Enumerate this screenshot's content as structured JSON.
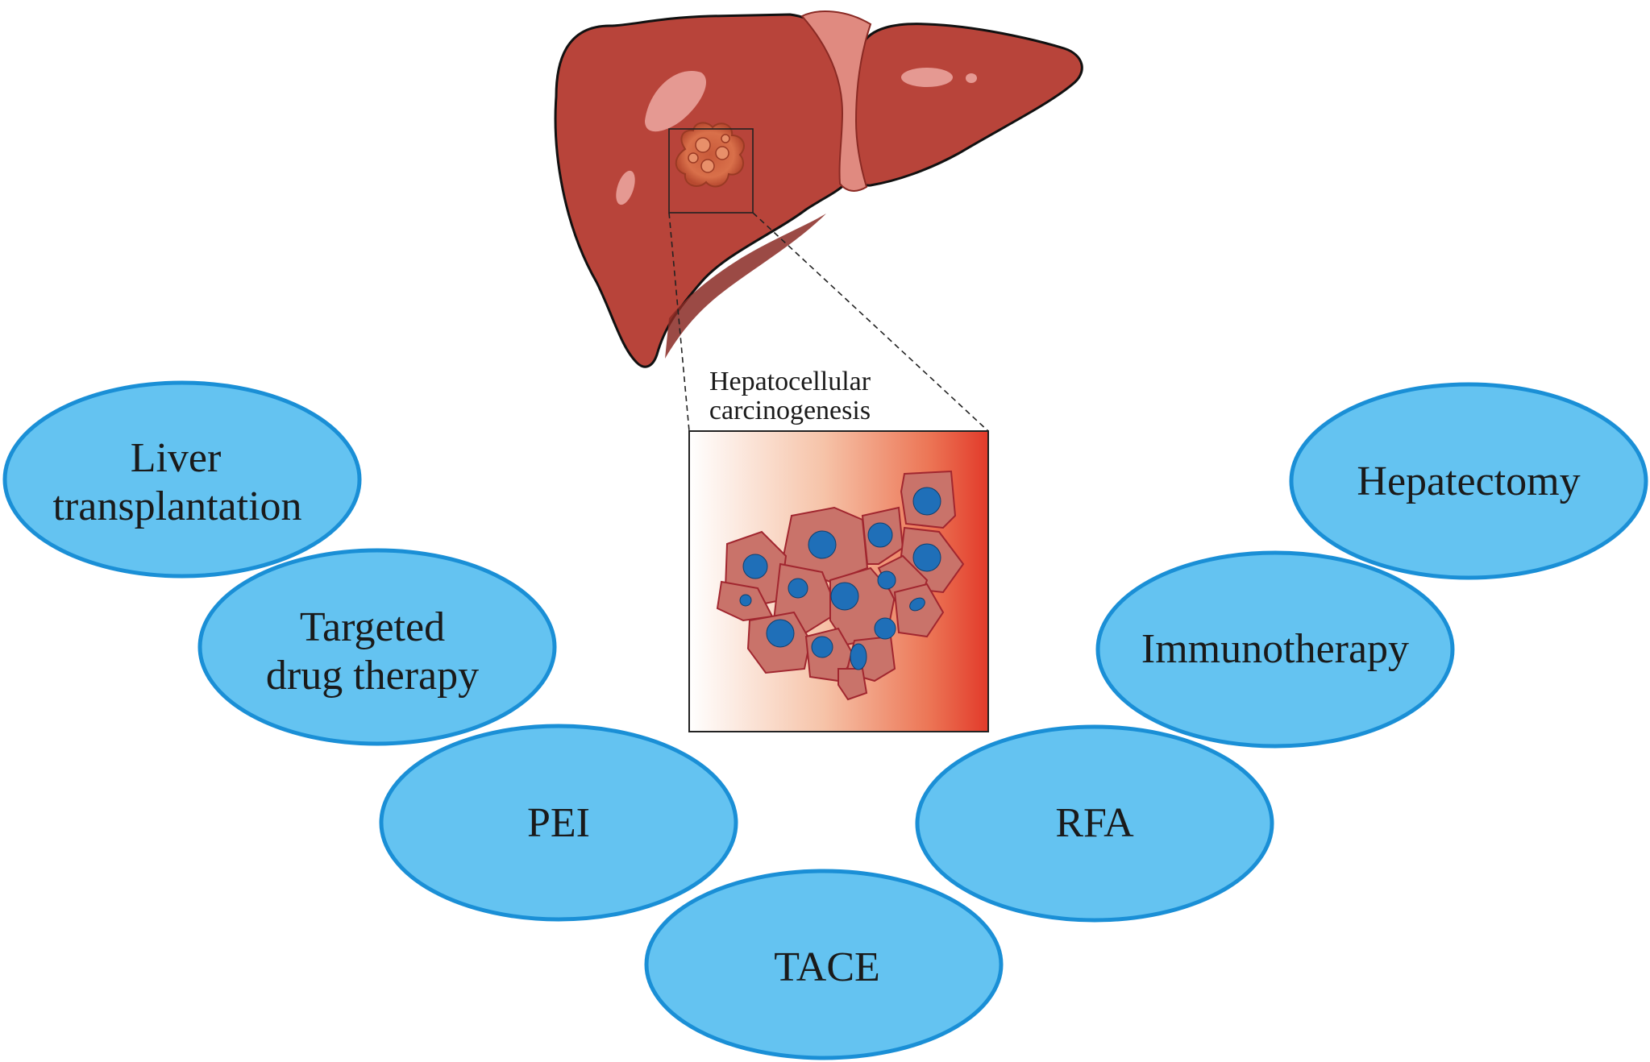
{
  "figure": {
    "caption_label": [
      "Hepatocellular",
      "carcinogenesis"
    ],
    "colors": {
      "liver": "#b8443a",
      "liver_dark": "#8a2a24",
      "ligament": "#e08a80",
      "ellipse_fill": "#64c3f1",
      "ellipse_stroke": "#1a8fd6",
      "cell_fill": "#c9736a",
      "cell_stroke": "#a1262f",
      "nucleus": "#1f6fb8",
      "gradient_end": "#e23a2a"
    }
  },
  "treatments": [
    {
      "id": "liver-transplantation",
      "lines": [
        "Liver",
        "transplantation"
      ]
    },
    {
      "id": "targeted-drug-therapy",
      "lines": [
        "Targeted",
        "drug therapy"
      ]
    },
    {
      "id": "pei",
      "lines": [
        "PEI"
      ]
    },
    {
      "id": "tace",
      "lines": [
        "TACE"
      ]
    },
    {
      "id": "rfa",
      "lines": [
        "RFA"
      ]
    },
    {
      "id": "immunotherapy",
      "lines": [
        "Immunotherapy"
      ]
    },
    {
      "id": "hepatectomy",
      "lines": [
        "Hepatectomy"
      ]
    }
  ]
}
